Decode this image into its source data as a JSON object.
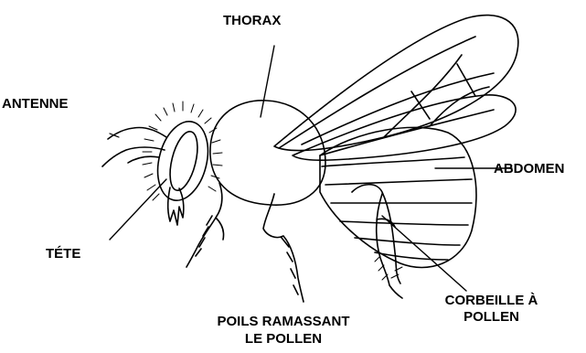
{
  "labels": {
    "thorax": "THORAX",
    "antenne": "ANTENNE",
    "abdomen": "ABDOMEN",
    "tete": "TÉTE",
    "corbeille_line1": "CORBEILLE À",
    "corbeille_line2": "POLLEN",
    "poils_line1": "POILS RAMASSANT",
    "poils_line2": "LE POLLEN"
  }
}
